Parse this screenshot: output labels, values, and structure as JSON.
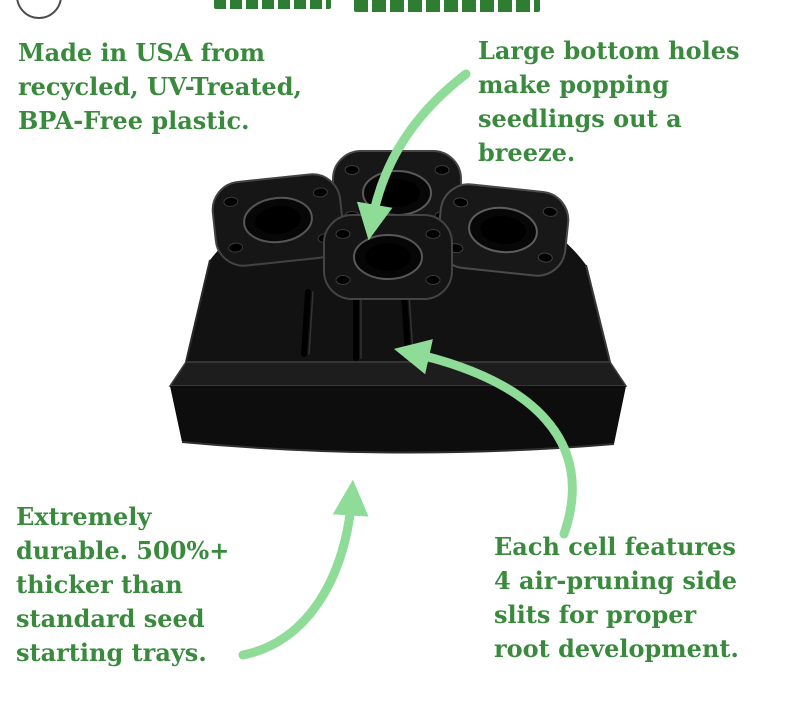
{
  "annotations": {
    "top_left": {
      "lines": [
        "Made in USA from",
        "recycled, UV-Treated,",
        "BPA-Free plastic."
      ]
    },
    "top_right": {
      "lines": [
        "Large bottom holes",
        "make popping",
        "seedlings out a",
        "breeze."
      ]
    },
    "bottom_left": {
      "lines": [
        "Extremely",
        "durable. 500%+",
        "thicker than",
        "standard seed",
        "starting trays."
      ]
    },
    "bottom_right": {
      "lines": [
        "Each cell features",
        "4 air-pruning side",
        "slits for proper",
        "root development."
      ]
    }
  },
  "colors": {
    "annotation_text": "#3a8a3e",
    "arrow_green": "#8fdc98",
    "cutoff_title_green": "#2f7d33",
    "tray_black": "#121212",
    "background": "#ffffff"
  },
  "icons": {
    "zoom_button_partial": "circle-arc",
    "arrowheads": "solid-triangle"
  }
}
